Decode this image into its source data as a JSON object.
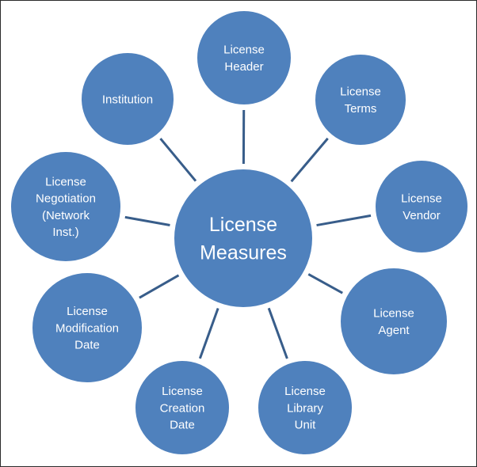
{
  "diagram": {
    "center": {
      "lines": [
        "License",
        "Measures"
      ]
    },
    "nodes": [
      {
        "id": "license-header",
        "lines": [
          "License",
          "Header"
        ]
      },
      {
        "id": "license-terms",
        "lines": [
          "License",
          "Terms"
        ]
      },
      {
        "id": "license-vendor",
        "lines": [
          "License",
          "Vendor"
        ]
      },
      {
        "id": "license-agent",
        "lines": [
          "License",
          "Agent"
        ]
      },
      {
        "id": "license-library-unit",
        "lines": [
          "License",
          "Library",
          "Unit"
        ]
      },
      {
        "id": "license-creation-date",
        "lines": [
          "License",
          "Creation",
          "Date"
        ]
      },
      {
        "id": "license-modification-date",
        "lines": [
          "License",
          "Modification",
          "Date"
        ]
      },
      {
        "id": "license-negotiation",
        "lines": [
          "License",
          "Negotiation",
          "(Network",
          "Inst.)"
        ]
      },
      {
        "id": "institution",
        "lines": [
          "Institution"
        ]
      }
    ],
    "colors": {
      "node_fill": "#4f81bd",
      "node_stroke": "#ffffff",
      "connector": "#385d8a",
      "text": "#ffffff"
    }
  }
}
